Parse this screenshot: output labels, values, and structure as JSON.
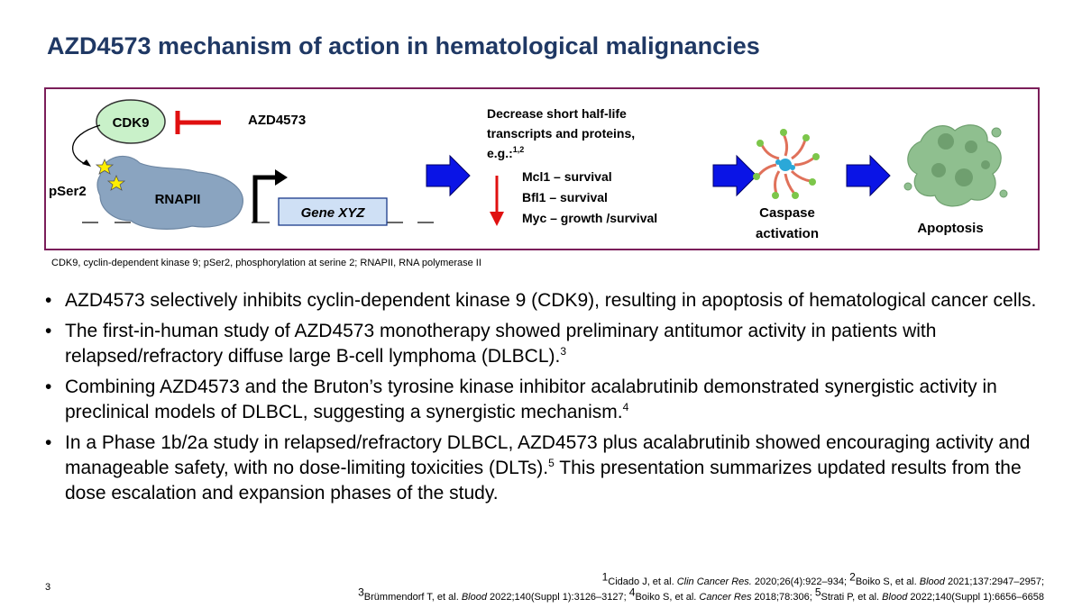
{
  "title": "AZD4573 mechanism of action in hematological malignancies",
  "diagram": {
    "cdk9": "CDK9",
    "drug": "AZD4573",
    "pser2": "pSer2",
    "rnapii": "RNAPII",
    "gene": "Gene XYZ",
    "decrease_line1": "Decrease short half-life",
    "decrease_line2": "transcripts and proteins,",
    "decrease_line3": "e.g.:",
    "decrease_sup": "1,2",
    "targets": [
      "Mcl1 – survival",
      "Bfl1 – survival",
      "Myc – growth /survival"
    ],
    "caspase_line1": "Caspase",
    "caspase_line2": "activation",
    "apoptosis": "Apoptosis",
    "colors": {
      "arrow_blue": "#0a14e6",
      "inhibit_red": "#e01010",
      "cdk9_fill": "#c9f1c9",
      "rnapii_fill": "#8aa4c0",
      "border": "#7b1e5a",
      "title": "#1f3864"
    }
  },
  "abbreviations": "CDK9, cyclin-dependent kinase 9;  pSer2, phosphorylation at serine 2; RNAPII, RNA polymerase II",
  "bullets": [
    {
      "text": "AZD4573 selectively inhibits cyclin-dependent kinase 9 (CDK9), resulting in apoptosis of hematological cancer cells.",
      "sup": ""
    },
    {
      "text": "The first-in-human study of AZD4573 monotherapy showed preliminary antitumor activity in patients with relapsed/refractory diffuse large B-cell lymphoma (DLBCL).",
      "sup": "3"
    },
    {
      "text": "Combining AZD4573 and the Bruton’s tyrosine kinase inhibitor acalabrutinib demonstrated synergistic activity in preclinical models of DLBCL, suggesting a synergistic mechanism.",
      "sup": "4"
    },
    {
      "text": "In a Phase 1b/2a study in relapsed/refractory DLBCL, AZD4573 plus acalabrutinib showed encouraging activity and manageable safety, with no dose-limiting toxicities (DLTs).",
      "sup": "5",
      "tail": " This presentation summarizes updated results from the dose escalation and expansion phases of the study."
    }
  ],
  "page_number": "3",
  "references": {
    "r1_sup": "1",
    "r1_a": "Cidado J, et al. ",
    "r1_j": "Clin Cancer Res.",
    "r1_b": " 2020;26(4):922–934; ",
    "r2_sup": "2",
    "r2_a": "Boiko S, et al. ",
    "r2_j": "Blood",
    "r2_b": " 2021;137:2947–2957;",
    "r3_sup": "3",
    "r3_a": "Brümmendorf T, et al. ",
    "r3_j": "Blood",
    "r3_b": " 2022;140(Suppl 1):3126–3127; ",
    "r4_sup": "4",
    "r4_a": "Boiko S, et al. ",
    "r4_j": "Cancer Res",
    "r4_b": " 2018;78:306; ",
    "r5_sup": "5",
    "r5_a": "Strati P, et al. ",
    "r5_j": "Blood",
    "r5_b": " 2022;140(Suppl 1):6656–6658"
  }
}
